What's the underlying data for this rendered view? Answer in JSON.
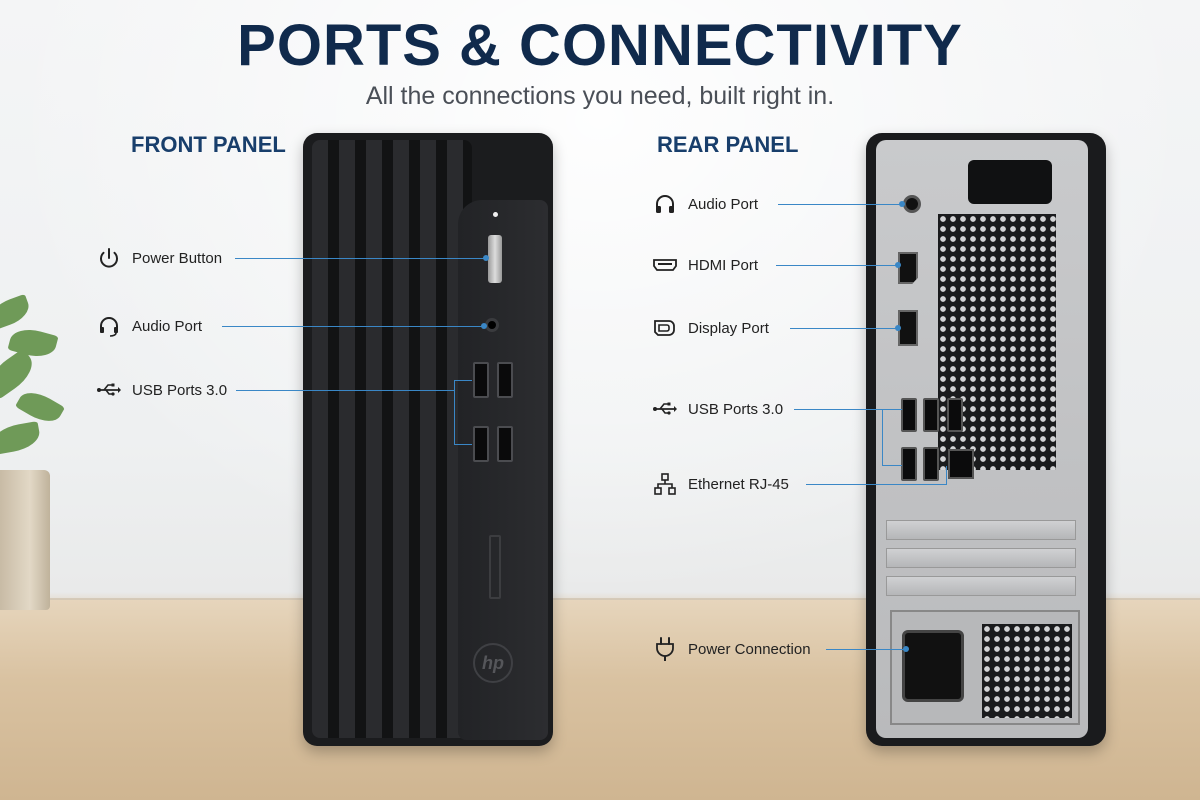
{
  "title": "PORTS & CONNECTIVITY",
  "subtitle": "All the connections you need, built right in.",
  "front": {
    "heading": "FRONT PANEL",
    "callouts": [
      {
        "label": "Power Button",
        "icon": "power-icon"
      },
      {
        "label": "Audio Port",
        "icon": "headset-icon"
      },
      {
        "label": "USB Ports 3.0",
        "icon": "usb-icon"
      }
    ]
  },
  "rear": {
    "heading": "REAR PANEL",
    "callouts": [
      {
        "label": "Audio Port",
        "icon": "headphones-icon"
      },
      {
        "label": "HDMI Port",
        "icon": "hdmi-icon"
      },
      {
        "label": "Display Port",
        "icon": "displayport-icon"
      },
      {
        "label": "USB Ports 3.0",
        "icon": "usb-icon"
      },
      {
        "label": "Ethernet RJ-45",
        "icon": "network-icon"
      },
      {
        "label": "Power Connection",
        "icon": "plug-icon"
      }
    ]
  },
  "brand_logo": "hp",
  "colors": {
    "title": "#102a4c",
    "heading": "#183e6b",
    "leader": "#3a87c6"
  }
}
